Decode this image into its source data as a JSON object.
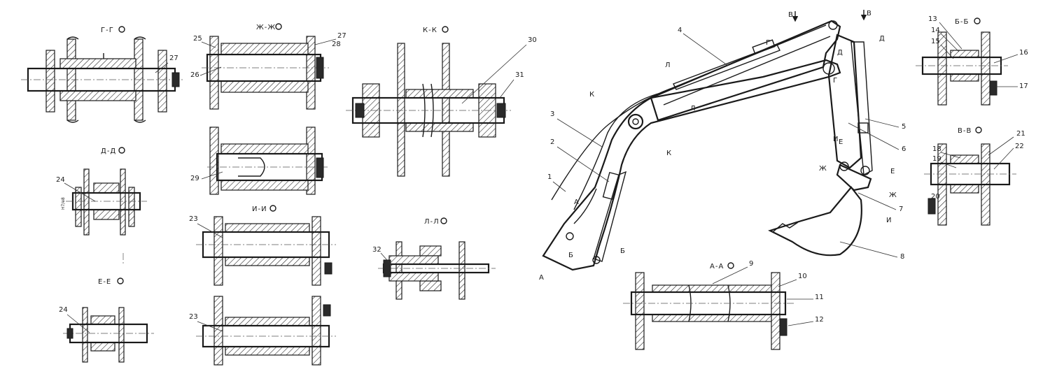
{
  "sections": {
    "g_g": "Г-Г",
    "d_d": "Д-Д",
    "e_e": "Е-Е",
    "zh_zh": "Ж-Ж",
    "i_i": "И-И",
    "k_k": "К-К",
    "l_l": "Л-Л",
    "b_b": "Б-Б",
    "v_v": "В-В",
    "a_a": "А-А"
  },
  "callouts": {
    "c1": "1",
    "c2": "2",
    "c3": "3",
    "c4": "4",
    "c5": "5",
    "c6": "6",
    "c7": "7",
    "c8": "8",
    "c9": "9",
    "c10": "10",
    "c11": "11",
    "c12": "12",
    "c13": "13",
    "c14": "14",
    "c15": "15",
    "c16": "16",
    "c17": "17",
    "c18": "18",
    "c19": "19",
    "c20": "20",
    "c21": "21",
    "c22": "22",
    "c23a": "23",
    "c23b": "23",
    "c24a": "24",
    "c24b": "24",
    "c25": "25",
    "c26": "26",
    "c27a": "27",
    "c27b": "27",
    "c28": "28",
    "c29": "29",
    "c30": "30",
    "c31": "31",
    "c32": "32"
  },
  "view_marks": {
    "a1": "А",
    "a2": "А",
    "b1": "Б",
    "b2": "Б",
    "v1": "В",
    "v2": "В",
    "g1": "Г",
    "g2": "Г",
    "d1": "Д",
    "d2": "Д",
    "e1": "Е",
    "e2": "Е",
    "zh1": "Ж",
    "zh2": "Ж",
    "i1": "И",
    "i2": "И",
    "k1": "К",
    "k2": "К",
    "l1": "Л",
    "l2": "Л"
  },
  "fit_marks": {
    "f1": "H7/e8"
  }
}
